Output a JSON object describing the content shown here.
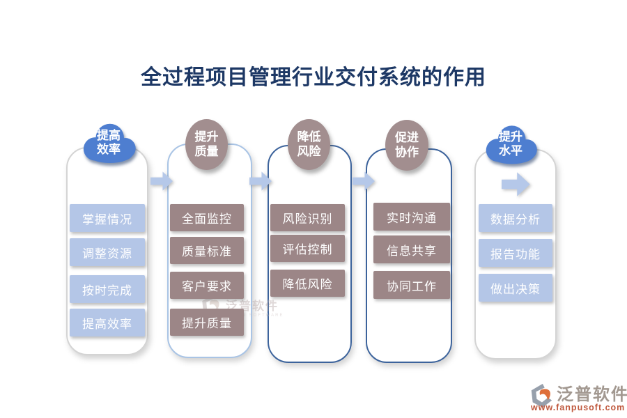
{
  "title": "全过程项目管理行业交付系统的作用",
  "columns": [
    {
      "header": {
        "line1": "提高",
        "line2": "效率"
      },
      "shape": "cloud",
      "items": [
        "掌握情况",
        "调整资源",
        "按时完成",
        "提高效率"
      ]
    },
    {
      "header": {
        "line1": "提升",
        "line2": "质量"
      },
      "shape": "ellipse",
      "items": [
        "全面监控",
        "质量标准",
        "客户要求",
        "提升质量"
      ]
    },
    {
      "header": {
        "line1": "降低",
        "line2": "风险"
      },
      "shape": "ellipse",
      "items": [
        "风险识别",
        "评估控制",
        "降低风险"
      ]
    },
    {
      "header": {
        "line1": "促进",
        "line2": "协作"
      },
      "shape": "ellipse",
      "items": [
        "实时沟通",
        "信息共享",
        "协同工作"
      ]
    },
    {
      "header": {
        "line1": "提升",
        "line2": "水平"
      },
      "shape": "cloud",
      "items": [
        "数据分析",
        "报告功能",
        "做出决策"
      ]
    }
  ],
  "watermark": {
    "name": "泛普软件",
    "subtext": "FANPU SOFTWARE"
  },
  "footer_logo": {
    "name": "泛普软件",
    "url": "www.fanpusoft.com"
  },
  "colors": {
    "title": "#1d3865",
    "cloud": "#4e7ed0",
    "ellipse": "#a28e8f",
    "item_blue": "#b4c6e7",
    "item_mauve": "#9c8687",
    "arrow": "#b5c8e9",
    "border_gray": "#d4d4d4",
    "border_lightblue": "#a9c4e5",
    "border_blue": "#3c639c",
    "logo_url_color": "#c05a3f"
  }
}
